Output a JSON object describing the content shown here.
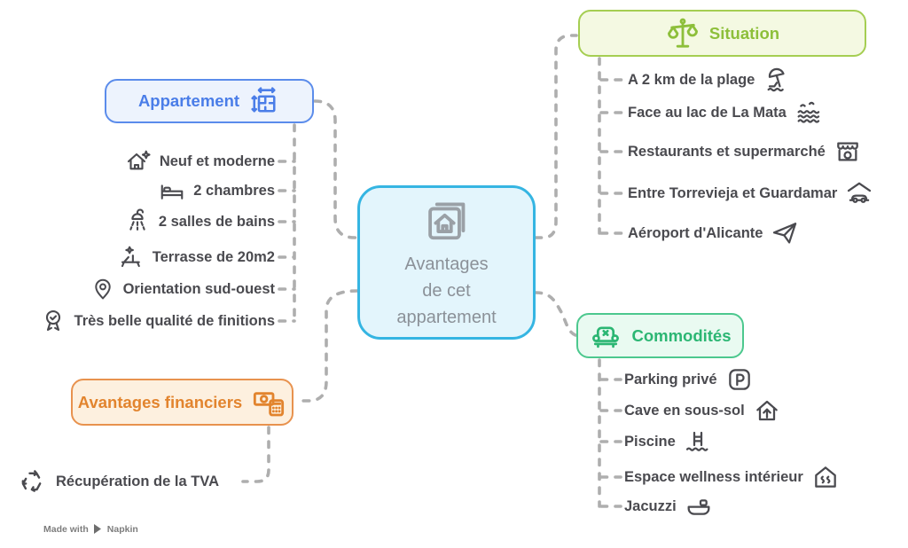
{
  "diagram": {
    "type": "mindmap",
    "background": "#ffffff",
    "connector_color": "#aeaeae",
    "item_text_color": "#4a4a4f"
  },
  "center": {
    "icon": "house-photos-icon",
    "lines": [
      "Avantages",
      "de cet",
      "appartement"
    ],
    "accent": "#35b5e2",
    "background": "#e3f5fc",
    "text_color": "#8b9198"
  },
  "branches": [
    {
      "id": "appartement",
      "label": "Appartement",
      "icon": "floorplan-dimensions-icon",
      "accent": "#4a7de8",
      "border": "#5b8ceb",
      "background": "#edf3fd",
      "items": [
        {
          "label": "Neuf et moderne",
          "icon": "house-sparkle-icon"
        },
        {
          "label": "2 chambres",
          "icon": "bed-icon"
        },
        {
          "label": "2 salles de bains",
          "icon": "shower-icon"
        },
        {
          "label": "Terrasse de 20m2",
          "icon": "terrace-lounger-icon"
        },
        {
          "label": "Orientation sud-ouest",
          "icon": "location-pin-icon"
        },
        {
          "label": "Très belle qualité de finitions",
          "icon": "quality-badge-icon"
        }
      ]
    },
    {
      "id": "situation",
      "label": "Situation",
      "icon": "balance-scale-icon",
      "accent": "#8dbf3a",
      "border": "#a5ce52",
      "background": "#f4f9e2",
      "items": [
        {
          "label": "A 2 km de la plage",
          "icon": "beach-umbrella-icon"
        },
        {
          "label": "Face au lac de La Mata",
          "icon": "lake-waves-icon"
        },
        {
          "label": "Restaurants et supermarché",
          "icon": "storefront-icon"
        },
        {
          "label": "Entre Torrevieja et Guardamar",
          "icon": "car-under-roof-icon"
        },
        {
          "label": "Aéroport d'Alicante",
          "icon": "airplane-icon"
        }
      ]
    },
    {
      "id": "commodites",
      "label": "Commodités",
      "icon": "armchair-icon",
      "accent": "#2bb673",
      "border": "#4cc88e",
      "background": "#e9faf1",
      "items": [
        {
          "label": "Parking privé",
          "icon": "parking-icon"
        },
        {
          "label": "Cave en sous-sol",
          "icon": "cellar-arrow-icon"
        },
        {
          "label": "Piscine",
          "icon": "pool-ladder-icon"
        },
        {
          "label": "Espace wellness intérieur",
          "icon": "sauna-icon"
        },
        {
          "label": "Jacuzzi",
          "icon": "bathtub-icon"
        }
      ]
    },
    {
      "id": "financiers",
      "label": "Avantages financiers",
      "icon": "money-calculator-icon",
      "accent": "#e2842e",
      "border": "#e8924e",
      "background": "#fdf0df",
      "items": [
        {
          "label": "Récupération de la TVA",
          "icon": "recycle-icon"
        }
      ]
    }
  ],
  "footer": {
    "made_with": "Made with",
    "logo": "napkin-play-icon",
    "brand": "Napkin"
  }
}
